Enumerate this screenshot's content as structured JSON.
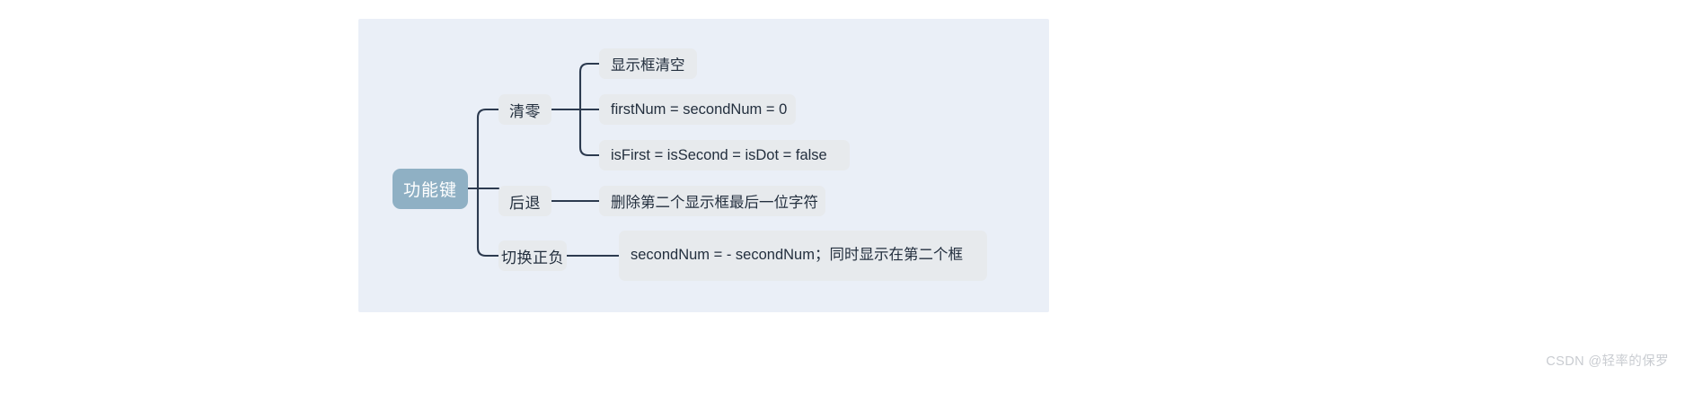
{
  "canvas": {
    "background_color": "#eaeff7",
    "connector_color": "#2c3a4f"
  },
  "mindmap": {
    "root": {
      "label": "功能键",
      "color": "#8fb0c4",
      "text_color": "#ffffff"
    },
    "branches": [
      {
        "label": "清零",
        "leaves": [
          {
            "label": "显示框清空"
          },
          {
            "label": "firstNum = secondNum = 0"
          },
          {
            "label": "isFirst = isSecond = isDot = false"
          }
        ]
      },
      {
        "label": "后退",
        "leaves": [
          {
            "label": "删除第二个显示框最后一位字符"
          }
        ]
      },
      {
        "label": "切换正负",
        "leaves": [
          {
            "label": "secondNum = - secondNum；同时显示在第二个框"
          }
        ]
      }
    ],
    "node_color": "#e7eaed",
    "node_text_color": "#232f3e"
  },
  "watermark": {
    "text": "CSDN @轻率的保罗"
  }
}
